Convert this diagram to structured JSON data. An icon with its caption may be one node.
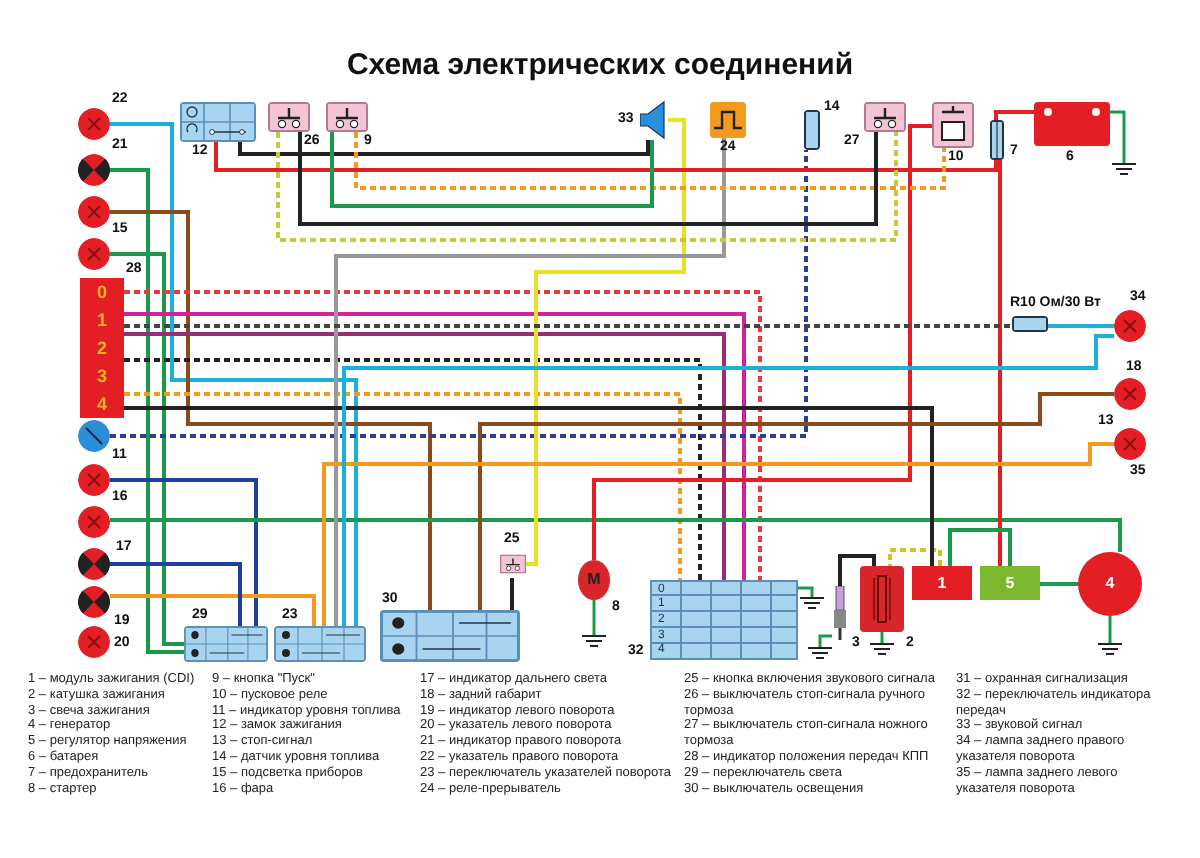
{
  "diagram": {
    "title": "Схема электрических соединений",
    "nodes": [
      {
        "text": [],
        "shape": "circle",
        "beside": [
          "22"
        ]
      },
      {
        "text": [],
        "shape": "circle",
        "beside": [
          "21"
        ]
      },
      {
        "text": [],
        "shape": "circle"
      },
      {
        "text": [],
        "shape": "circle",
        "beside": [
          "15"
        ]
      },
      {
        "text": [
          "0",
          "1",
          "2",
          "3",
          "4"
        ],
        "beside": [
          "28"
        ]
      },
      {
        "text": [],
        "shape": "circle"
      },
      {
        "text": [],
        "shape": "circle",
        "beside": [
          "11"
        ]
      },
      {
        "text": [],
        "shape": "circle",
        "beside": [
          "16"
        ]
      },
      {
        "text": [],
        "shape": "circle",
        "beside": [
          "17"
        ]
      },
      {
        "text": [],
        "shape": "circle",
        "beside": [
          "19"
        ]
      },
      {
        "text": [],
        "shape": "circle",
        "beside": [
          "20"
        ]
      },
      {
        "text": [],
        "shape": "box",
        "beside": [
          "12"
        ]
      },
      {
        "text": [],
        "shape": "box",
        "beside": [
          "26"
        ]
      },
      {
        "text": [],
        "shape": "box",
        "beside": [
          "9"
        ]
      },
      {
        "text": [],
        "shape": "picture",
        "beside": [
          "33"
        ]
      },
      {
        "text": [],
        "shape": "box",
        "beside": [
          "24"
        ]
      },
      {
        "text": [],
        "shape": "box",
        "beside": [
          "14"
        ]
      },
      {
        "text": [],
        "shape": "box",
        "beside": [
          "27"
        ]
      },
      {
        "text": [],
        "shape": "box",
        "beside": [
          "10"
        ]
      },
      {
        "text": [],
        "shape": "box",
        "beside": [
          "7"
        ]
      },
      {
        "text": [],
        "shape": "box",
        "beside": [
          "6"
        ]
      },
      {
        "text": [],
        "shape": "box",
        "beside": [
          "R10 Ом/30 Вт"
        ]
      },
      {
        "text": [],
        "shape": "circle",
        "beside": [
          "34"
        ]
      },
      {
        "text": [],
        "shape": "circle",
        "beside": [
          "18",
          "13"
        ]
      },
      {
        "text": [],
        "shape": "circle",
        "beside": [
          "35"
        ]
      },
      {
        "text": [],
        "shape": "box",
        "beside": [
          "29"
        ]
      },
      {
        "text": [],
        "shape": "box",
        "beside": [
          "23"
        ]
      },
      {
        "text": [],
        "shape": "box",
        "beside": [
          "30"
        ]
      },
      {
        "text": [],
        "shape": "box",
        "beside": [
          "25"
        ]
      },
      {
        "text": [
          "M"
        ],
        "beside": [
          "8"
        ]
      },
      {
        "text": [
          "0",
          "1",
          "2",
          "3",
          "4"
        ],
        "beside": [
          "32"
        ]
      },
      {
        "text": [],
        "shape": "picture",
        "beside": [
          "3"
        ]
      },
      {
        "text": [],
        "shape": "box",
        "beside": [
          "2"
        ]
      },
      {
        "text": [
          "1"
        ]
      },
      {
        "text": [
          "5"
        ]
      },
      {
        "text": [
          "4"
        ]
      }
    ],
    "edges": [
      {
        "from": 0,
        "to": 26,
        "arrow": "none",
        "color": "#1ab0d8"
      },
      {
        "from": 1,
        "to": 25,
        "arrow": "none",
        "color": "#1a9b4b"
      },
      {
        "from": 3,
        "to": 25,
        "arrow": "none",
        "color": "#1a9b4b"
      },
      {
        "from": 2,
        "to": 27,
        "arrow": "none",
        "color": "#8b4a1c"
      },
      {
        "from": 4,
        "to": 30,
        "arrow": "none",
        "style": "dashed",
        "color": "#e83a3a"
      },
      {
        "from": 4,
        "to": 30,
        "arrow": "none",
        "color": "#d0239b"
      },
      {
        "from": 4,
        "to": 30,
        "arrow": "none",
        "style": "dashed",
        "color": "#222222"
      },
      {
        "from": 4,
        "to": 30,
        "arrow": "none",
        "style": "dashed",
        "color": "#f39a1e"
      },
      {
        "from": 4,
        "to": 30,
        "arrow": "none",
        "color": "#9b2a7a"
      },
      {
        "from": 5,
        "to": 16,
        "arrow": "none",
        "style": "dashed",
        "color": "#2a3d9b"
      },
      {
        "from": 6,
        "to": 25,
        "arrow": "none",
        "color": "#1f3f9f"
      },
      {
        "from": 7,
        "to": 35,
        "arrow": "none",
        "color": "#1a9b4b"
      },
      {
        "from": 9,
        "to": 26,
        "arrow": "none",
        "color": "#f39a1e"
      },
      {
        "from": 8,
        "to": 25,
        "arrow": "none",
        "color": "#1f3f9f"
      },
      {
        "from": 28,
        "to": 27,
        "arrow": "none",
        "color": "#222222"
      },
      {
        "from": 28,
        "to": 14,
        "arrow": "none",
        "color": "#e8e020"
      },
      {
        "from": 15,
        "to": 26,
        "arrow": "none",
        "color": "#999999"
      },
      {
        "from": 20,
        "to": 19,
        "arrow": "none",
        "color": "#e31e24"
      },
      {
        "from": 19,
        "to": 34,
        "arrow": "none",
        "color": "#e31e24"
      },
      {
        "from": 18,
        "to": 29,
        "arrow": "none",
        "color": "#e31e24"
      },
      {
        "from": 33,
        "to": 32,
        "arrow": "none",
        "style": "dashed",
        "color": "#d8c020"
      },
      {
        "from": 4,
        "to": 33,
        "arrow": "none",
        "color": "#222222"
      },
      {
        "from": 32,
        "to": 31,
        "arrow": "none",
        "color": "#222222"
      },
      {
        "from": 35,
        "to": 34,
        "arrow": "none",
        "color": "#1a9b4b"
      },
      {
        "from": 34,
        "to": 33,
        "arrow": "none",
        "color": "#1a9b4b"
      },
      {
        "from": 21,
        "to": 22,
        "arrow": "none",
        "color": "#1ab0d8"
      },
      {
        "from": 4,
        "to": 21,
        "arrow": "none",
        "style": "dashed",
        "color": "#444444"
      },
      {
        "from": 23,
        "to": 27,
        "arrow": "none",
        "color": "#8b4a1c"
      },
      {
        "from": 24,
        "to": 26,
        "arrow": "none",
        "color": "#f39a1e"
      },
      {
        "from": 22,
        "to": 26,
        "arrow": "none",
        "color": "#1ab0d8"
      },
      {
        "from": 11,
        "to": 19,
        "arrow": "none",
        "color": "#e31e24"
      },
      {
        "from": 11,
        "to": 14,
        "arrow": "none",
        "color": "#222222"
      },
      {
        "from": 13,
        "to": 18,
        "arrow": "none",
        "style": "dashed",
        "color": "#f39a1e"
      },
      {
        "from": 12,
        "to": 17,
        "arrow": "none",
        "color": "#222222"
      },
      {
        "from": 13,
        "to": 14,
        "arrow": "none",
        "color": "#1a9b4b"
      },
      {
        "from": 12,
        "to": 17,
        "arrow": "none",
        "style": "dashed",
        "color": "#c8c83c"
      }
    ],
    "labels": [
      "1 – модуль зажигания (CDI)",
      "2 – катушка зажигания",
      "3 – свеча зажигания",
      "4 – генератор",
      "5 – регулятор напряжения",
      "6 – батарея",
      "7 – предохранитель",
      "8 – стартер",
      "9 – кнопка \"Пуск\"",
      "10 – пусковое реле",
      "11 – индикатор уровня топлива",
      "12 – замок зажигания",
      "13 – стоп-сигнал",
      "14 – датчик уровня топлива",
      "15 – подсветка приборов",
      "16 – фара",
      "17 – индикатор дальнего света",
      "18 – задний габарит",
      "19 – индикатор левого поворота",
      "20 – указатель левого поворота",
      "21 – индикатор правого поворота",
      "22 – указатель правого поворота",
      "23 – переключатель указателей поворота",
      "24 – реле-прерыватель",
      "25 – кнопка включения звукового сигнала",
      "26 – выключатель стоп-сигнала ручного тормоза",
      "27 – выключатель стоп-сигнала ножного тормоза",
      "28 – индикатор положения передач КПП",
      "29 – переключатель света",
      "30 – выключатель освещения",
      "31 – охранная сигнализация",
      "32 – переключатель индикатора передач",
      "33 – звуковой сигнал",
      "34 – лампа заднего правого указателя поворота",
      "35 – лампа заднего левого указателя поворота"
    ]
  }
}
